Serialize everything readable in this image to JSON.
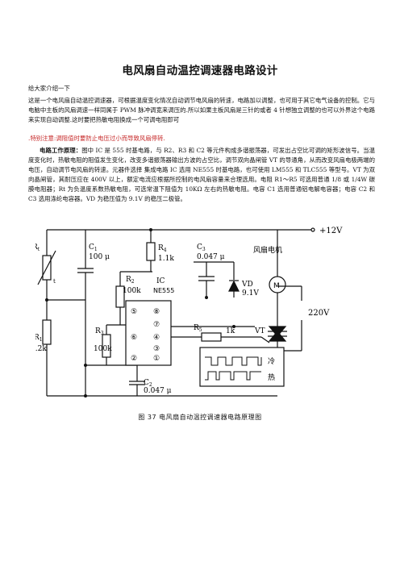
{
  "document": {
    "title": "电风扇自动温控调速器电路设计",
    "intro_heading": "给大家介绍一下",
    "paragraph1": "这是一个电风扇自动温控调速器，可根据温度变化情况自动调节电风扇的转速，电路加以调整，也可用于其它电气设备的控制。它与电脑中主板的风扇调速一样同属于 PWM 脉冲调宽来调压的.所以如果主板风扇是三针的或者 4 针想独立调整的也可以外界这个电路来实现自动调整.这时要把热敏电阻换成一个可调电阻即可",
    "warning": ".特别注意:调阻值时要防止电压过小而导致风扇停转.",
    "principle_label": "电路工作原理：",
    "principle_text": "图中 IC 是 555 时基电路，与 R2、R3 和 C2 等元件构成多谐振荡器，可发出占空比可调的矩形波信号。当温度变化时，热敏电阻的阻值发生变化，改变多谐振荡器输出方波的占空比，调节双向晶闸管 VT 的导通角，从而改变风扇电极两端的电压，自动调节电风扇的转速。元器件选择 集成电路 IC 选用 NE555 时基电路，也可使用 LM555 和 TLC555 等型号。VT 为双向晶闸管，其耐压应在 400V 以上，额定电流应根据所控制的电风扇容量来合理选用。电阻 R1～R5 可选用普通 1/8 或 1/4W 碳膜电阻器；Rt 为负温度系数热敏电阻，可选常温下阻值为 10KΩ 左右的热敏电阻。电容 C1 选用普通铝电解电容器；电容 C2 和 C3 选用涤纶电容器。VD 为稳压值为 9.1V 的稳压二极管。",
    "caption": "图 37  电风扇自动温控调速器电路原理图"
  },
  "circuit": {
    "rt": "R",
    "rt_sub": "t",
    "rt_t": "t",
    "c1": "C",
    "c1_sub": "1",
    "c1_val": "100 μ",
    "r4": "R",
    "r4_sub": "4",
    "r4_val": "1.1k",
    "c3": "C",
    "c3_sub": "3",
    "c3_val": "0.047 μ",
    "r2": "R",
    "r2_sub": "2",
    "r2_val": "100k",
    "ic": "IC",
    "ic_model": "NE555",
    "vd": "VD",
    "vd_val": "9.1V",
    "plus12": "+12V",
    "fan_label": "风扇电机",
    "motor": "M",
    "v220": "220V",
    "r1": "R",
    "r1_sub": "1",
    "r1_val": "2.2k",
    "r3": "R",
    "r3_sub": "3",
    "r3_val": "100k",
    "r5": "R",
    "r5_sub": "5",
    "r5_val": "1k",
    "vt": "VT",
    "c2": "C",
    "c2_sub": "2",
    "c2_val": "0.047 μ",
    "pin5": "⑤",
    "pin8": "⑧",
    "pin7": "⑦",
    "pin4": "④",
    "pin6": "⑥",
    "pin3": "③",
    "pin2": "②",
    "pin1": "①",
    "cold": "冷",
    "hot": "热"
  }
}
